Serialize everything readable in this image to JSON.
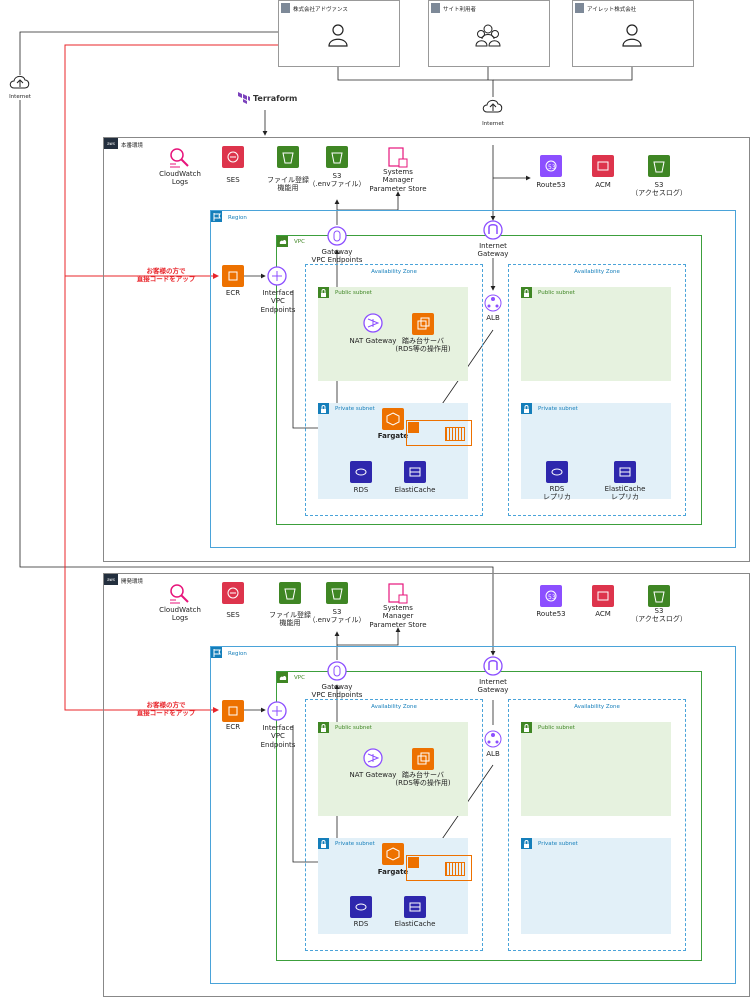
{
  "users": [
    {
      "label": "株式会社アドヴァンス"
    },
    {
      "label": "サイト利用者"
    },
    {
      "label": "アイレット株式会社"
    }
  ],
  "internet_label": "Internet",
  "terraform_label": "Terraform",
  "red_note": [
    "お客様の方で",
    "直接コードをアップ"
  ],
  "prod": {
    "title": "本番環境",
    "cloudwatch": [
      "CloudWatch",
      "Logs"
    ],
    "ses": "SES",
    "s3_file": [
      "ファイル登録",
      "機能用"
    ],
    "s3_env": [
      "S3",
      "（.envファイル）"
    ],
    "ssm": [
      "Systems",
      "Manager",
      "Parameter Store"
    ],
    "route53": "Route53",
    "acm": "ACM",
    "s3_log": [
      "S3",
      "（アクセスログ）"
    ],
    "region": "Region",
    "vpc": "VPC",
    "igw": [
      "Internet",
      "Gateway"
    ],
    "gw_endpoint": [
      "Gateway",
      "VPC Endpoints"
    ],
    "if_endpoint": [
      "Interface",
      "VPC",
      "Endpoints"
    ],
    "ecr": "ECR",
    "az": "Availability Zone",
    "public_subnet": "Public subnet",
    "private_subnet": "Private subnet",
    "alb": "ALB",
    "nat": "NAT Gateway",
    "bastion": [
      "踏み台サーバ",
      "(RDS等の操作用)"
    ],
    "fargate": "Fargate",
    "rds": "RDS",
    "elasticache": "ElastiCache",
    "rds_replica": [
      "RDS",
      "レプリカ"
    ],
    "ec_replica": [
      "ElastiCache",
      "レプリカ"
    ]
  },
  "dev": {
    "title": "開発環境"
  },
  "colors": {
    "orange": "#ED7100",
    "red": "#DD344C",
    "green": "#3F8624",
    "purple": "#8C4FFF",
    "pink": "#E7157B",
    "blue": "#2E27AD"
  }
}
